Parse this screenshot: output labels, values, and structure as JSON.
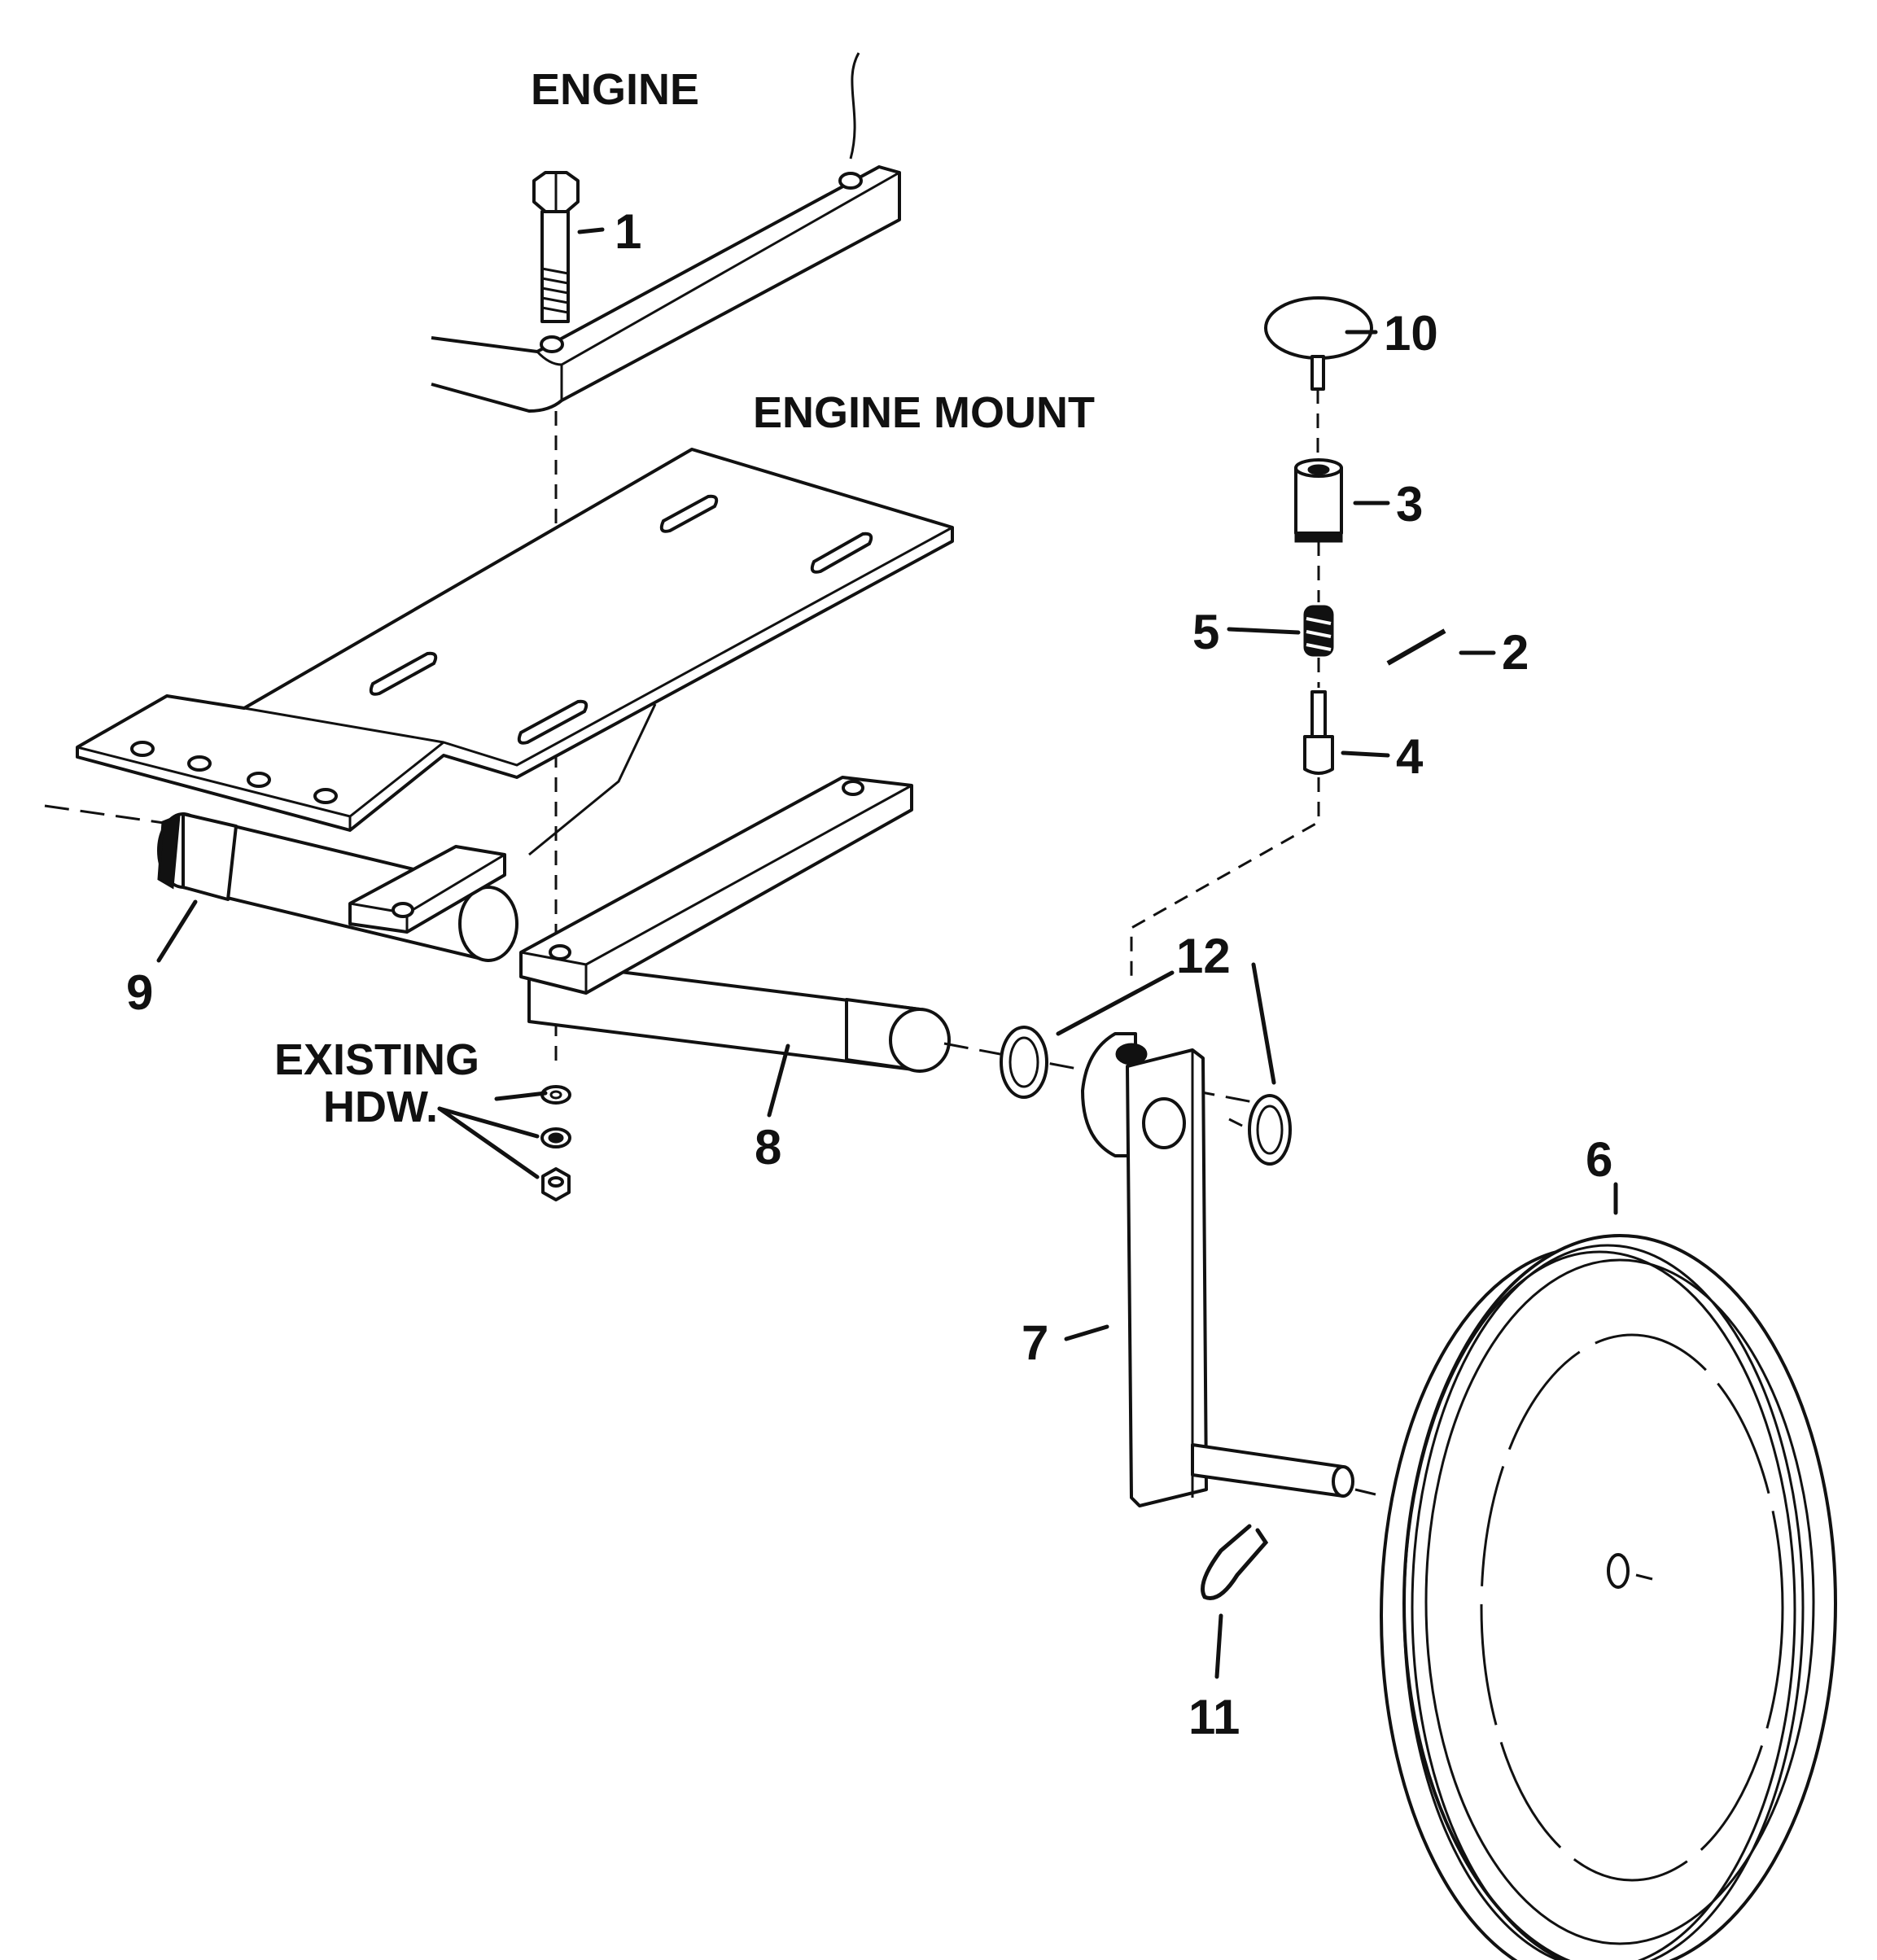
{
  "labels": {
    "engine": "ENGINE",
    "engine_mount": "ENGINE MOUNT",
    "existing_hdw_line1": "EXISTING",
    "existing_hdw_line2": "HDW."
  },
  "callouts": [
    "1",
    "2",
    "3",
    "4",
    "5",
    "6",
    "7",
    "8",
    "9",
    "10",
    "11",
    "12"
  ]
}
